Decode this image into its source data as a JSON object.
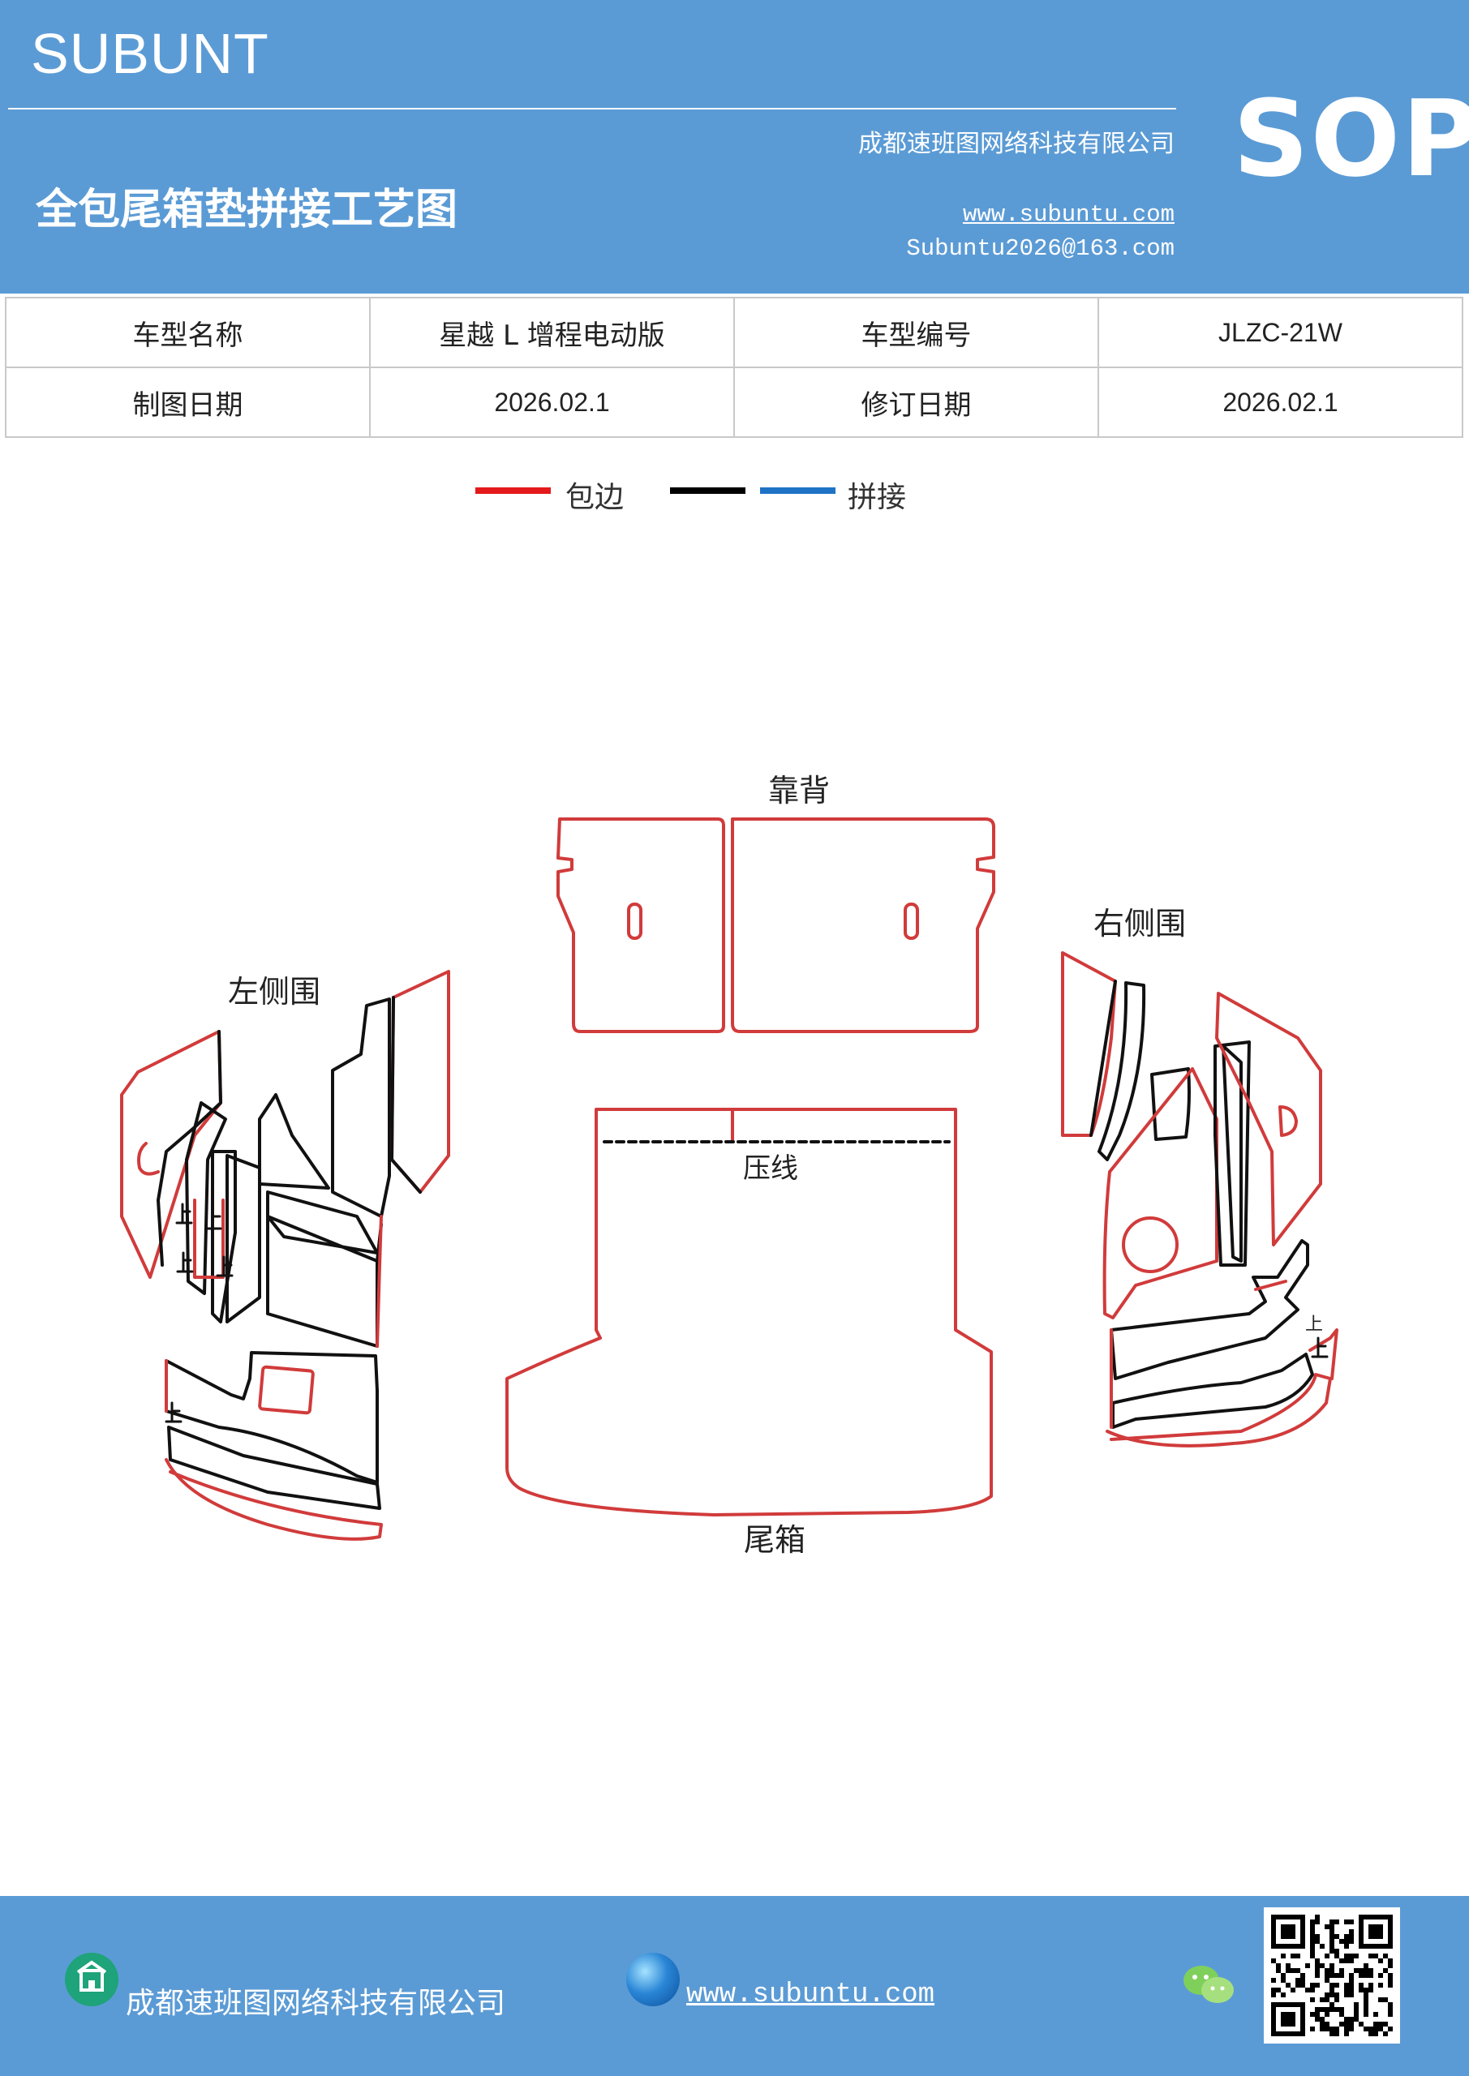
{
  "header": {
    "brand": "SUBUNT",
    "title": "全包尾箱垫拼接工艺图",
    "company": "成都速班图网络科技有限公司",
    "website": "www.subuntu.com",
    "email": "Subuntu2026@163.com",
    "badge": "SOP"
  },
  "info_table": {
    "rows": [
      [
        "车型名称",
        "星越 L 增程电动版",
        "车型编号",
        "JLZC-21W"
      ],
      [
        "制图日期",
        "2026.02.1",
        "修订日期",
        "2026.02.1"
      ]
    ]
  },
  "legend": {
    "items": [
      {
        "label": "包边",
        "color": "#e3191b"
      },
      {
        "label": "",
        "color": "#000000"
      },
      {
        "label": "拼接",
        "color": "#1f73c6"
      }
    ]
  },
  "diagram": {
    "backrest_label": "靠背",
    "left_label": "左侧围",
    "right_label": "右侧围",
    "press_line_label": "压线",
    "trunk_label": "尾箱",
    "up_mark": "上",
    "outline_color": "#d13b3b",
    "seam_color": "#111111"
  },
  "footer": {
    "company": "成都速班图网络科技有限公司",
    "website": "www.subuntu.com"
  }
}
